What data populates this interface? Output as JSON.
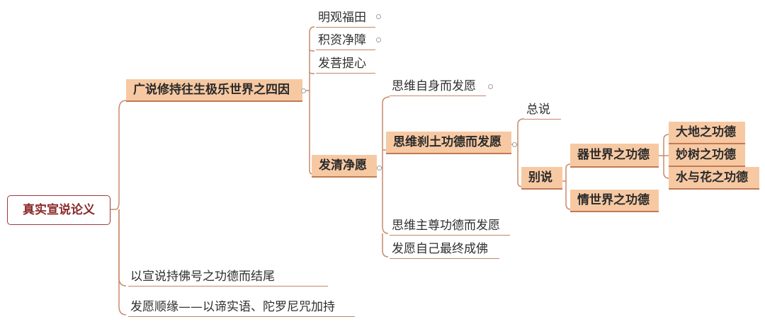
{
  "root": "真实宣说论义",
  "branch1": {
    "label": "广说修持往生极乐世界之四因",
    "children": [
      "明观福田",
      "积资净障",
      "发菩提心"
    ],
    "vow": {
      "label": "发清净愿",
      "children": {
        "first": "思维自身而发愿",
        "land": {
          "label": "思维刹土功德而发愿",
          "general": "总说",
          "specific": {
            "label": "别说",
            "world": {
              "label": "器世界之功德",
              "items": [
                "大地之功德",
                "妙树之功德",
                "水与花之功德"
              ]
            },
            "beings": "情世界之功德"
          }
        },
        "lord": "思维主尊功德而发愿",
        "final": "发愿自己最终成佛"
      }
    }
  },
  "branch2": "以宣说持佛号之功德而结尾",
  "branch3": "发愿顺缘——以谛实语、陀罗尼咒加持",
  "colors": {
    "connector": "#c88a6c",
    "highlight": "#f7c9a3",
    "root_border": "#9c3c3c",
    "root_text": "#8b2b2b"
  }
}
